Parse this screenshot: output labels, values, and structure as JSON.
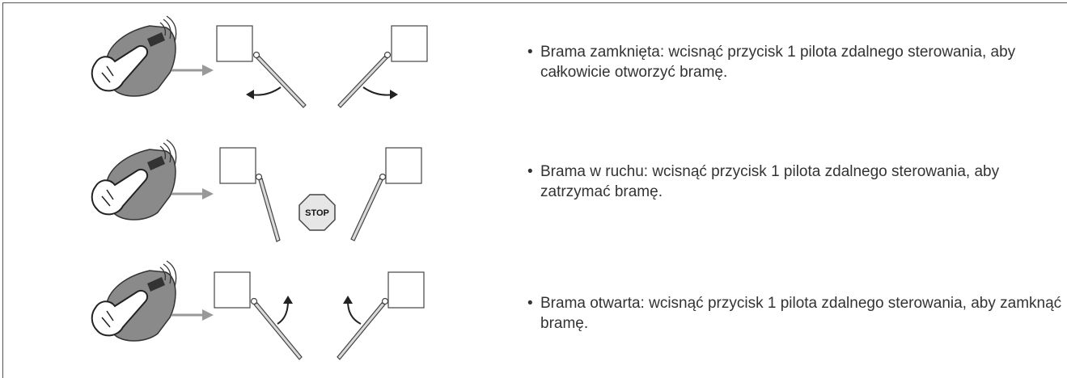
{
  "instructions": [
    {
      "bullet": "•",
      "text": "Brama zamknięta: wcisnąć przycisk 1 pilota zdalnego sterowania, aby całkowicie otworzyć bramę."
    },
    {
      "bullet": "•",
      "text": "Brama w ruchu: wcisnąć przycisk 1 pilota zdalnego sterowania, aby zatrzymać bramę."
    },
    {
      "bullet": "•",
      "text": "Brama otwarta: wcisnąć przycisk 1 pilota zdalnego sterowania, aby zamknąć bramę."
    }
  ],
  "stop_sign": {
    "label": "STOP"
  },
  "icons": [
    "hand-remote-icon",
    "signal-waves-icon",
    "gate-pillar-icon",
    "gate-leaf-icon",
    "motion-arrow-icon",
    "stop-sign-icon"
  ],
  "colors": {
    "border": "#555555",
    "text": "#333333",
    "remote": "#8a8a8a",
    "gate": "#d9d9d9"
  }
}
